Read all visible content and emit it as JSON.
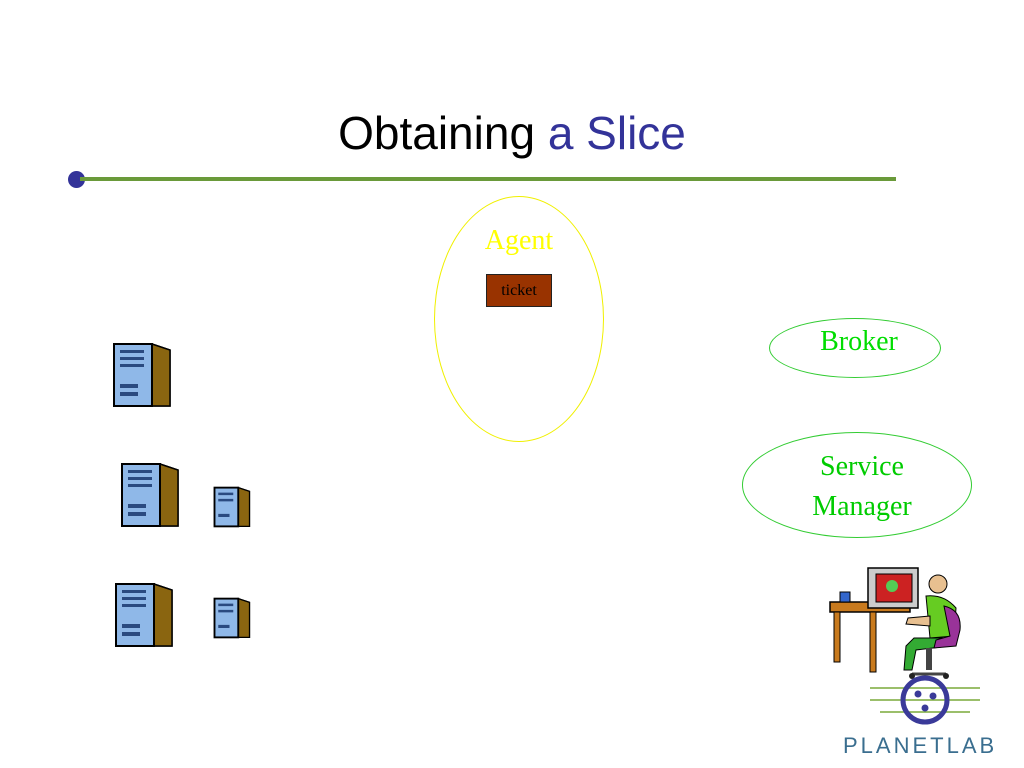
{
  "slide": {
    "title_part1": "Obtaining",
    "title_part2": "a Slice"
  },
  "agent": {
    "label": "Agent",
    "ticket_label": "ticket"
  },
  "broker": {
    "label": "Broker"
  },
  "service_manager": {
    "line1": "Service",
    "line2": "Manager"
  },
  "logo": {
    "text": "PLANETLAB"
  },
  "icons": [
    "server-icon",
    "person-at-computer-icon",
    "planetlab-logo-icon"
  ],
  "colors": {
    "title_accent": "#333399",
    "rule": "#6a9a3a",
    "agent": "#ffff00",
    "broker": "#00dd00",
    "ticket": "#993300"
  }
}
